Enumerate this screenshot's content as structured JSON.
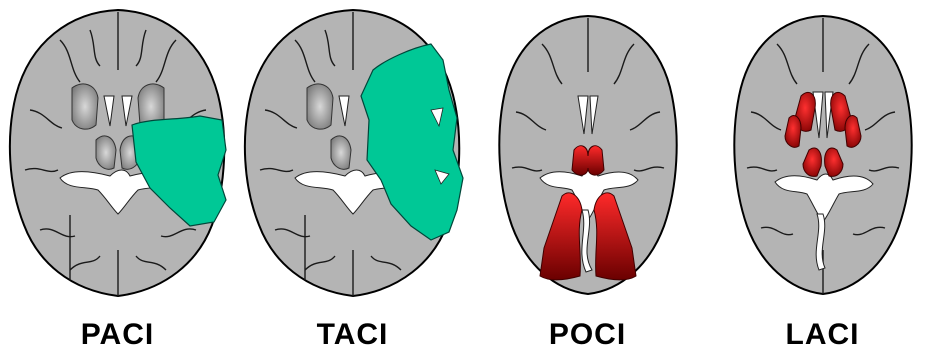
{
  "colors": {
    "brain_fill": "#b4b4b4",
    "brain_outline": "#000000",
    "sulcus": "#1a1a1a",
    "ventricle": "#ffffff",
    "deep_gray": "#8f8f8f",
    "anterior_infarct": "#00c896",
    "posterior_infarct": "#c00000",
    "lacunar_infarct": "#b00000"
  },
  "panels": [
    {
      "label": "PACI",
      "lesion": "partial-anterior-circulation"
    },
    {
      "label": "TACI",
      "lesion": "total-anterior-circulation"
    },
    {
      "label": "POCI",
      "lesion": "posterior-circulation"
    },
    {
      "label": "LACI",
      "lesion": "lacunar"
    }
  ]
}
